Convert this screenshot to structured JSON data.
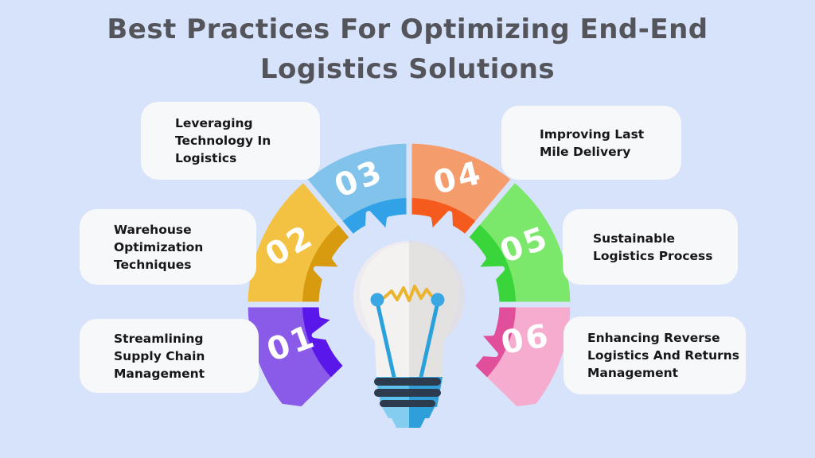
{
  "title": {
    "line1": "Best Practices For Optimizing End-End",
    "line2": "Logistics Solutions"
  },
  "palette": {
    "background": "#d7e3fb",
    "title_text": "#54545b",
    "card_bg": "#f7f8f9",
    "card_text": "#17171a",
    "number_text": "#ffffff"
  },
  "segments": [
    {
      "number": "01",
      "label": "Streamlining Supply Chain Management",
      "label_lines": [
        "Streamlining",
        "Supply Chain",
        "Management"
      ],
      "color_light": "#8a5ae8",
      "color_dark": "#5a17ea"
    },
    {
      "number": "02",
      "label": "Warehouse Optimization Techniques",
      "label_lines": [
        "Warehouse",
        "Optimization",
        "Techniques"
      ],
      "color_light": "#f3c242",
      "color_dark": "#d89b10"
    },
    {
      "number": "03",
      "label": "Leveraging Technology In Logistics",
      "label_lines": [
        "Leveraging",
        "Technology In",
        "Logistics"
      ],
      "color_light": "#82c3eb",
      "color_dark": "#32a2e8"
    },
    {
      "number": "04",
      "label": "Improving Last Mile Delivery",
      "label_lines": [
        "Improving Last",
        "Mile Delivery"
      ],
      "color_light": "#f59c6d",
      "color_dark": "#f55b1d"
    },
    {
      "number": "05",
      "label": "Sustainable Logistics Process",
      "label_lines": [
        "Sustainable",
        "Logistics Process"
      ],
      "color_light": "#7ce86b",
      "color_dark": "#3ad43b"
    },
    {
      "number": "06",
      "label": "Enhancing Reverse Logistics And Returns Management",
      "label_lines": [
        "Enhancing Reverse",
        "Logistics And Returns",
        "Management"
      ],
      "color_light": "#f5acce",
      "color_dark": "#e14f9b"
    }
  ],
  "lightbulb": {
    "backdrop_left": "#edebf0",
    "backdrop_right": "#e0dfe5",
    "glass_left": "#f4f2f1",
    "glass_right": "#e3e2e1",
    "stem": "#2ba1dc",
    "dot": "#3aa7e2",
    "filament_zigzag": "#eab42f",
    "socket_left": "#5fc2ec",
    "socket_right": "#339fd8",
    "socket_bands": "#2c3b4e",
    "tip_left": "#85cdf0",
    "tip_right": "#2f9fda"
  }
}
